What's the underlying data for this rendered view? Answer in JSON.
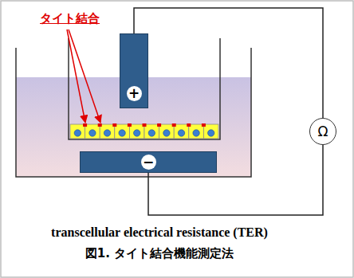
{
  "diagram": {
    "caption": "図1. タイト結合機能測定法",
    "nodes": [
      {
        "text": [
          "+"
        ]
      },
      {
        "text": [
          "Ω"
        ]
      },
      {
        "text": [
          "−"
        ]
      }
    ],
    "edges": [
      {
        "from": 0,
        "to": 1,
        "arrow": "none"
      },
      {
        "from": 1,
        "to": 2,
        "arrow": "none"
      }
    ],
    "labels": [
      "タイト結合",
      "transcellular electrical resistance (TER)"
    ]
  }
}
